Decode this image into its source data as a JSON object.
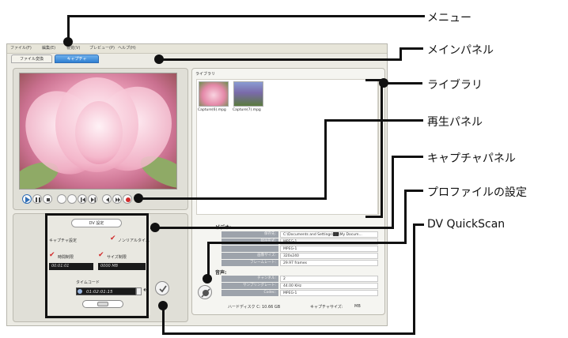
{
  "menu": {
    "items": [
      "ファイル(F)",
      "編集(E)",
      "視覚(V)",
      "プレビュー(P)",
      "ヘルプ(H)"
    ]
  },
  "tabs": {
    "file_convert": "ファイル変換",
    "capture": "キャプチャ"
  },
  "capture_panel": {
    "dv_settings_button": "DV 設定",
    "capture_settings_label": "キャプチャ設定",
    "normal_time_label": "ノンリアルタイム",
    "time_limit_label": "時間制限",
    "size_limit_label": "サイズ制限",
    "time_limit_value": "00:01:01",
    "size_limit_value": "0000 MB",
    "timecode_label": "タイムコード",
    "timecode_value": "01:02:01:15"
  },
  "library": {
    "title": "ライブラリ",
    "items": [
      {
        "name": "Capture(6).mpg"
      },
      {
        "name": "Capture(7).mpg"
      }
    ]
  },
  "properties": {
    "section_title": "ビデオ:",
    "video_rows": [
      {
        "key": "保存先:",
        "value": "C:\\Documents and Settings\\██\\My Docum..."
      },
      {
        "key": "録画形式:",
        "value": "MPEG-1"
      },
      {
        "key": "",
        "value": "MPEG-1"
      },
      {
        "key": "画像サイズ:",
        "value": "320x240"
      },
      {
        "key": "フレームレート:",
        "value": "29.97 frames"
      }
    ],
    "audio_section_title": "音声:",
    "audio_rows": [
      {
        "key": "チャンネル:",
        "value": "2"
      },
      {
        "key": "サンプリングレート:",
        "value": "44.00 KHz"
      },
      {
        "key": "Codec:",
        "value": "MPEG-1"
      }
    ],
    "footer_disk": "ハードディスク C: 10.66 GB",
    "footer_capsize": "キャプチャサイズ:",
    "footer_unit": "MB"
  },
  "callouts": {
    "menu": "メニュー",
    "main_panel": "メインパネル",
    "library": "ライブラリ",
    "playback_panel": "再生パネル",
    "capture_panel": "キャプチャパネル",
    "profile_settings": "プロファイルの設定",
    "dv_quickscan": "DV QuickScan"
  },
  "colors": {
    "accent_tab": "#3a8ee0",
    "check_red": "#d12b2b",
    "callout_black": "#111111"
  }
}
